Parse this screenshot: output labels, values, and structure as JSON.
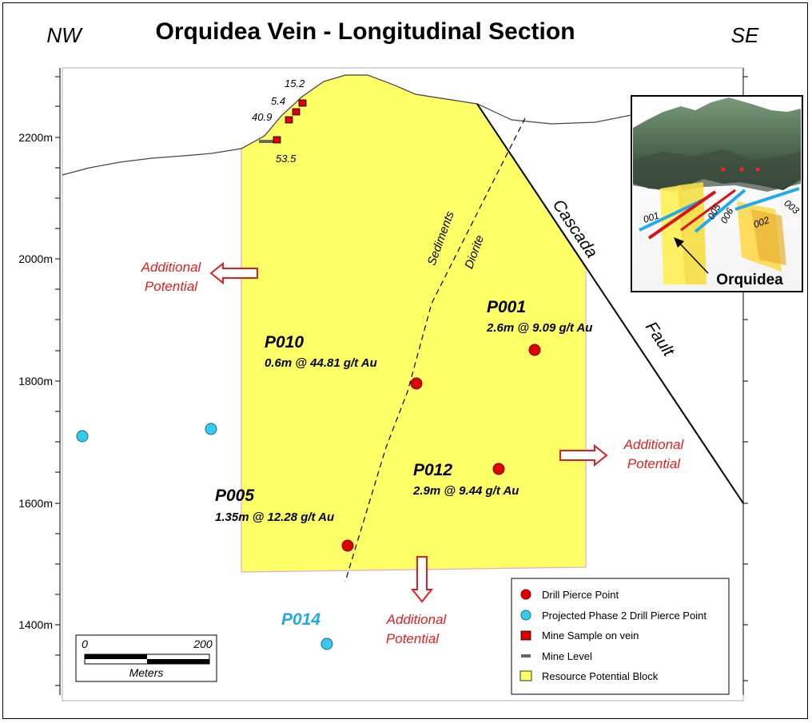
{
  "title": "Orquidea Vein -  Longitudinal Section",
  "direction_left": "NW",
  "direction_right": "SE",
  "elevation_labels": [
    "2200m",
    "2000m",
    "1800m",
    "1600m",
    "1400m"
  ],
  "structures": {
    "sediments": "Sediments",
    "diorite": "Diorite",
    "cascada": "Cascada",
    "fault": "Fault"
  },
  "mine_samples": [
    "15.2",
    "5.4",
    "40.9",
    "53.5"
  ],
  "drill_holes": [
    {
      "id": "P010",
      "result": "0.6m @  44.81 g/t Au"
    },
    {
      "id": "P001",
      "result": "2.6m @ 9.09 g/t Au"
    },
    {
      "id": "P012",
      "result": "2.9m @ 9.44 g/t Au"
    },
    {
      "id": "P005",
      "result": "1.35m @ 12.28 g/t Au"
    }
  ],
  "projected_hole": {
    "id": "P014"
  },
  "potential": {
    "line1": "Additional",
    "line2": "Potential"
  },
  "inset": {
    "label": "Orquidea",
    "traces": [
      "001",
      "005",
      "006",
      "002",
      "003"
    ]
  },
  "scale_bar": {
    "min": "0",
    "max": "200",
    "unit": "Meters"
  },
  "legend": [
    {
      "label": "Drill Pierce Point"
    },
    {
      "label": "Projected Phase 2 Drill Pierce Point"
    },
    {
      "label": "Mine Sample on vein"
    },
    {
      "label": "Mine Level"
    },
    {
      "label": "Resource Potential Block"
    }
  ],
  "colors": {
    "block": "#ffff66",
    "drill_point": "#ff0000",
    "projected_point": "#33ccee",
    "potential_text": "#e02020",
    "projected_text": "#22aadd"
  }
}
